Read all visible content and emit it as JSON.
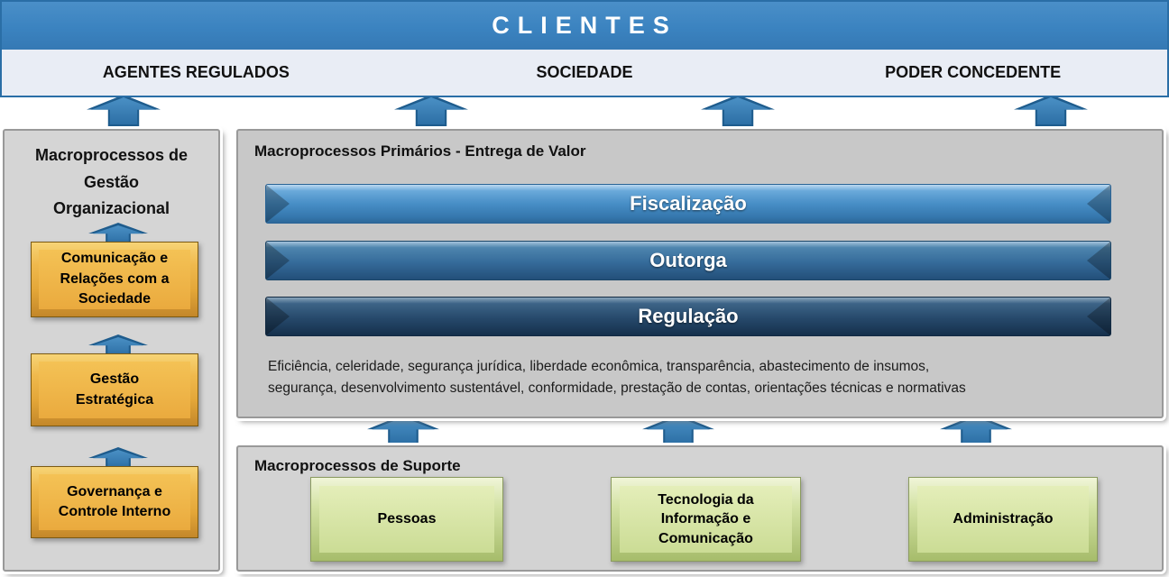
{
  "clientes_bar": {
    "title": "CLIENTES",
    "segments": [
      {
        "label": "AGENTES REGULADOS"
      },
      {
        "label": "SOCIEDADE"
      },
      {
        "label": "PODER CONCEDENTE"
      }
    ]
  },
  "management_panel": {
    "title": "Macroprocessos de\nGestão\nOrganizacional",
    "boxes": [
      {
        "label": "Comunicação e\nRelações com a\nSociedade"
      },
      {
        "label": "Gestão\nEstratégica"
      },
      {
        "label": "Governança e\nControle Interno"
      }
    ]
  },
  "primary_panel": {
    "title": "Macroprocessos Primários - Entrega de Valor",
    "bars": [
      {
        "label": "Fiscalização"
      },
      {
        "label": "Outorga"
      },
      {
        "label": "Regulação"
      }
    ],
    "values_text": "Eficiência, celeridade, segurança jurídica, liberdade econômica, transparência, abastecimento de insumos,\nsegurança, desenvolvimento sustentável, conformidade, prestação de contas, orientações técnicas e normativas"
  },
  "support_panel": {
    "title": "Macroprocessos de Suporte",
    "boxes": [
      {
        "label": "Pessoas"
      },
      {
        "label": "Tecnologia da\nInformação e\nComunicação"
      },
      {
        "label": "Administração"
      }
    ]
  },
  "colors": {
    "header_blue": "#3b83c0",
    "header_light": "#e9edf5",
    "arrow_blue": "#2f76ae",
    "bar_fiscalizacao": "#4187c0",
    "bar_outorga": "#35689a",
    "bar_regulacao": "#24455f",
    "gold_box": "#e9aa3e",
    "green_box": "#c9da93",
    "panel_gray": "#cccccc"
  }
}
